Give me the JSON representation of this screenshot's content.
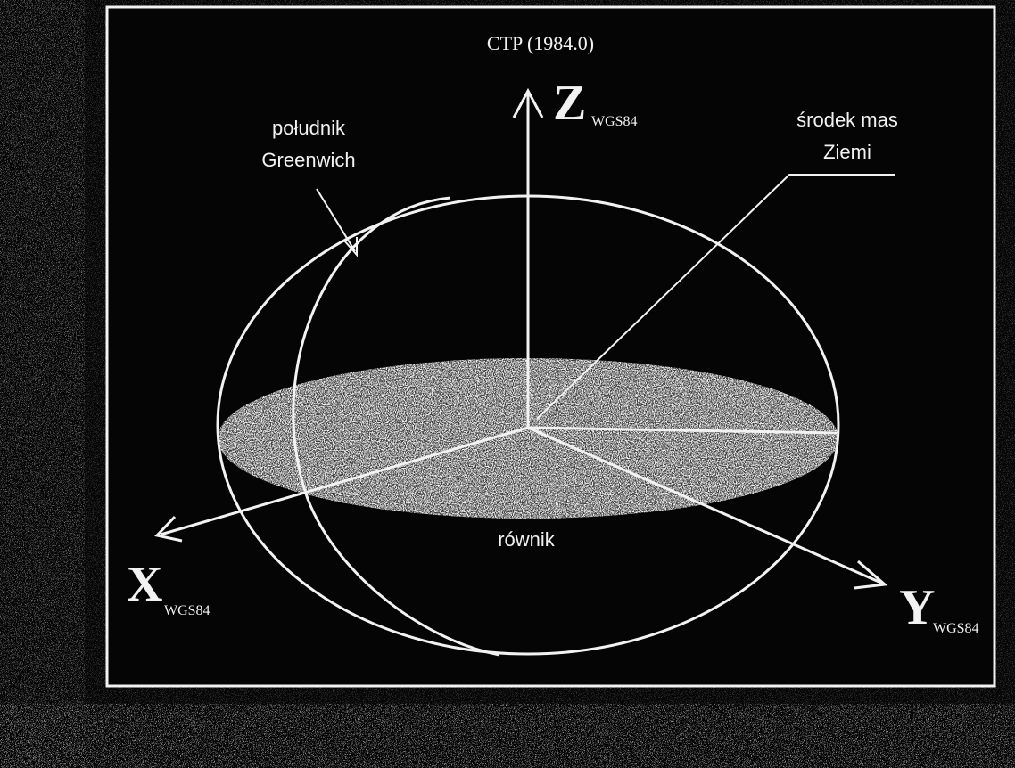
{
  "colors": {
    "background": "#050505",
    "ink": "#f2f2f2",
    "stipple": "#c8c8c8"
  },
  "labels": {
    "top": "CTP (1984.0)",
    "z_axis": {
      "letter": "Z",
      "subscript": "WGS84"
    },
    "x_axis": {
      "letter": "X",
      "subscript": "WGS84"
    },
    "y_axis": {
      "letter": "Y",
      "subscript": "WGS84"
    },
    "meridian": {
      "line1": "południk",
      "line2": "Greenwich"
    },
    "center": {
      "line1": "środek mas",
      "line2": "Ziemi"
    },
    "equator": "równik"
  }
}
